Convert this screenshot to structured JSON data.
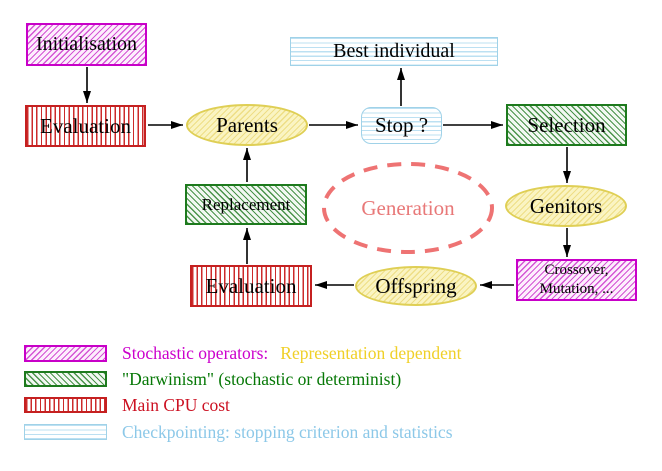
{
  "diagram": {
    "nodes": {
      "initialisation": {
        "label": "Initialisation"
      },
      "evaluation_top": {
        "label": "Evaluation"
      },
      "parents": {
        "label": "Parents"
      },
      "best_individual": {
        "label": "Best individual"
      },
      "stop": {
        "label": "Stop ?"
      },
      "selection": {
        "label": "Selection"
      },
      "genitors": {
        "label": "Genitors"
      },
      "crossover_mutation": {
        "line1": "Crossover,",
        "line2": "Mutation, ..."
      },
      "offspring": {
        "label": "Offspring"
      },
      "evaluation_bottom": {
        "label": "Evaluation"
      },
      "replacement": {
        "label": "Replacement"
      },
      "generation_cycle": {
        "label": "Generation"
      }
    },
    "legend": {
      "items": [
        {
          "swatch": "magenta-hatch",
          "label": "Stochastic operators:",
          "label_color": "#cc00cc",
          "suffix": "Representation dependent",
          "suffix_color": "#f0d028"
        },
        {
          "swatch": "green-hatch",
          "label": "\"Darwinism\" (stochastic or determinist)",
          "label_color": "#067806"
        },
        {
          "swatch": "red-stripes",
          "label": "Main CPU cost",
          "label_color": "#cc1122"
        },
        {
          "swatch": "cyan-stripes",
          "label": "Checkpointing: stopping criterion and statistics",
          "label_color": "#8cc8e8"
        }
      ]
    },
    "colors": {
      "stochastic_magenta": "#c800c8",
      "darwinism_green": "#1d7a1d",
      "cpu_red": "#c52020",
      "checkpoint_cyan": "#a0d2e8",
      "population_yellow": "#dfcf55",
      "generation_salmon": "#ee7373",
      "arrow_black": "#000000"
    }
  }
}
